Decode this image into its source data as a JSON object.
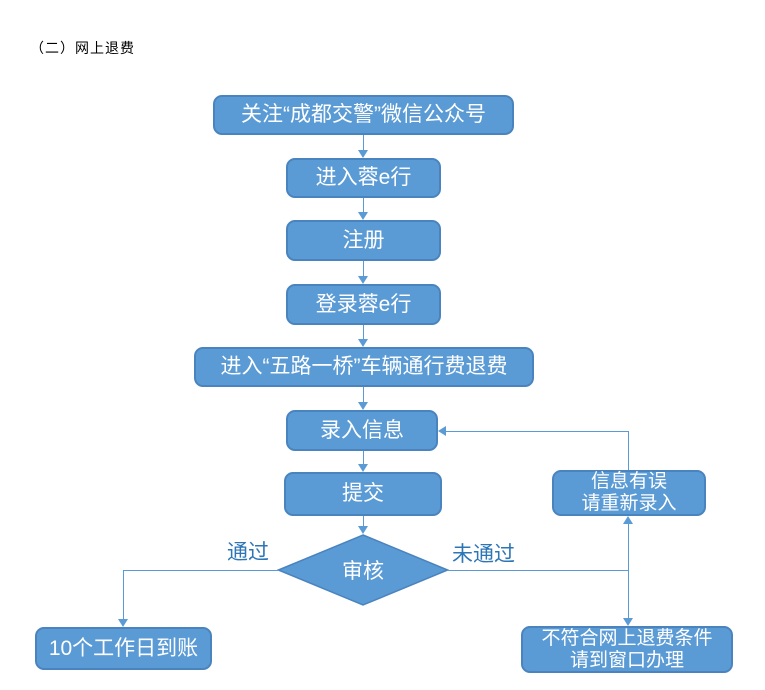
{
  "title": "（二）网上退费",
  "flow": {
    "steps": {
      "follow": "关注“成都交警”微信公众号",
      "enter": "进入蓉e行",
      "register": "注册",
      "login": "登录蓉e行",
      "refund_page": "进入“五路一桥”车辆通行费退费",
      "input_info": "录入信息",
      "submit": "提交",
      "review": "审核"
    },
    "branches": {
      "pass": "通过",
      "fail": "未通过",
      "info_error": {
        "line1": "信息有误",
        "line2": "请重新录入"
      },
      "arrival": "10个工作日到账",
      "not_eligible": {
        "line1": "不符合网上退费条件",
        "line2": "请到窗口办理"
      }
    }
  },
  "colors": {
    "node_fill": "#5B9BD5",
    "node_border": "#4A84BE",
    "node_text": "#FFFFFF",
    "connector": "#5B9BD5",
    "branch_label": "#2E75B6",
    "title_text": "#000000",
    "background": "#FFFFFF"
  }
}
